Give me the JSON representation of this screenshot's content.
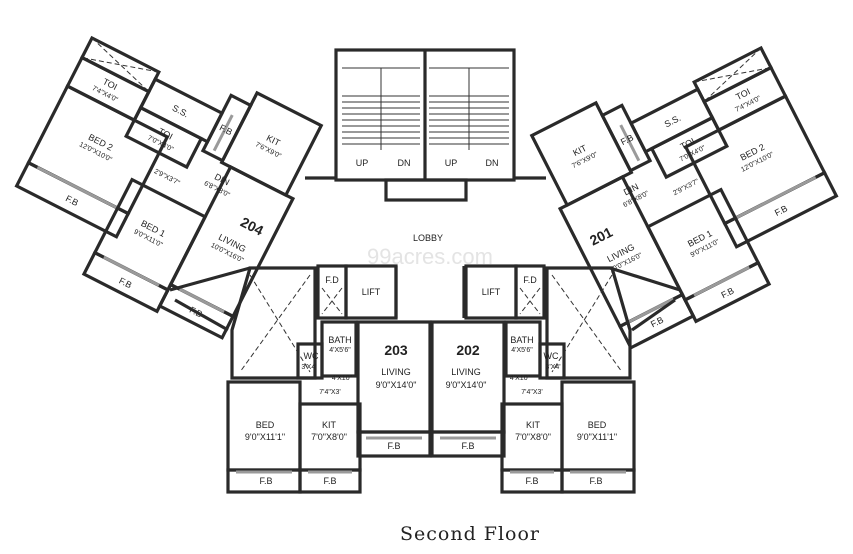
{
  "title": "Second Floor",
  "watermark": "99acres.com",
  "lobby": "LOBBY",
  "stairs": {
    "up": "UP",
    "dn": "DN"
  },
  "unit_204": {
    "number": "204",
    "toi1": "TOI",
    "toi1_size": "7'4\"X4'0\"",
    "ss": "S.S.",
    "toi2": "TOI",
    "toi2_size": "7'0\"X4'0\"",
    "fb": "F.B",
    "kit": "KIT",
    "kit_size": "7'6\"X9'0\"",
    "din": "DIN",
    "din_size": "6'8\"X8'0\"",
    "passage": "2'9\"X3'7\"",
    "bed2": "BED 2",
    "bed2_size": "12'0\"X10'0\"",
    "bed1": "BED 1",
    "bed1_size": "9'0\"X11'0\"",
    "living": "LIVING",
    "living_size": "10'0\"X16'0\""
  },
  "unit_201": {
    "number": "201",
    "toi1": "TOI",
    "toi1_size": "7'4\"X4'0\"",
    "ss": "S.S.",
    "toi2": "TOI",
    "toi2_size": "7'0\"X4'0\"",
    "fb": "F.B",
    "kit": "KIT",
    "kit_size": "7'6\"X9'0\"",
    "din": "DIN",
    "din_size": "6'8\"X8'0\"",
    "passage": "2'9\"X3'7\"",
    "bed2": "BED 2",
    "bed2_size": "12'0\"X10'0\"",
    "bed1": "BED 1",
    "bed1_size": "9'0\"X11'0\"",
    "living": "LIVING",
    "living_size": "10'0\"X16'0\""
  },
  "unit_203": {
    "number": "203",
    "fd": "F.D",
    "lift": "LIFT",
    "bath": "BATH",
    "bath_size": "4'X5'6\"",
    "wc": "WC",
    "wc_size": "3'X4'",
    "dim1": "4'X10\"",
    "dim2": "7'4\"X3'",
    "living": "LIVING",
    "living_size": "9'0\"X14'0\"",
    "bed": "BED",
    "bed_size": "9'0\"X11'1\"",
    "kit": "KIT",
    "kit_size": "7'0\"X8'0\"",
    "fb": "F.B"
  },
  "unit_202": {
    "number": "202",
    "fd": "F.D",
    "lift": "LIFT",
    "bath": "BATH",
    "bath_size": "4'X5'6\"",
    "wc": "WC",
    "wc_size": "3'X4'",
    "dim1": "4'X10\"",
    "dim2": "7'4\"X3'",
    "living": "LIVING",
    "living_size": "9'0\"X14'0\"",
    "bed": "BED",
    "bed_size": "9'0\"X11'1\"",
    "kit": "KIT",
    "kit_size": "7'0\"X8'0\"",
    "fb": "F.B"
  }
}
